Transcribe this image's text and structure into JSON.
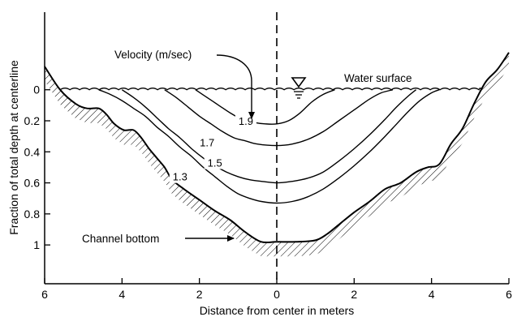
{
  "chart_data": {
    "type": "line",
    "title": "",
    "xlabel": "Distance from center in meters",
    "ylabel": "Fraction of total depth at centerline",
    "x_ticks": [
      {
        "value": -6,
        "label": "6"
      },
      {
        "value": -4,
        "label": "4"
      },
      {
        "value": -2,
        "label": "2"
      },
      {
        "value": 0,
        "label": "0"
      },
      {
        "value": 2,
        "label": "2"
      },
      {
        "value": 4,
        "label": "4"
      },
      {
        "value": 6,
        "label": "6"
      }
    ],
    "y_ticks": [
      {
        "value": 0,
        "label": "0"
      },
      {
        "value": 0.2,
        "label": "0.2"
      },
      {
        "value": 0.4,
        "label": "0.4"
      },
      {
        "value": 0.6,
        "label": "0.6"
      },
      {
        "value": 0.8,
        "label": "0.8"
      },
      {
        "value": 1.0,
        "label": "1"
      }
    ],
    "xlim": [
      -6,
      6
    ],
    "ylim": [
      1.25,
      -0.5
    ],
    "y_inverted": true,
    "grid": false,
    "centerline": {
      "x": 0,
      "style": "dashed"
    },
    "water_surface_label": "Water surface",
    "velocity_label": "Velocity (m/sec)",
    "channel_bottom_label": "Channel bottom",
    "channel_bottom": {
      "x": [
        -6.0,
        -5.6,
        -5.2,
        -4.9,
        -4.6,
        -4.4,
        -4.2,
        -3.95,
        -3.7,
        -3.5,
        -3.3,
        -3.1,
        -2.9,
        -2.7,
        -2.4,
        -2.0,
        -1.6,
        -1.2,
        -0.8,
        -0.4,
        0.0,
        0.5,
        1.0,
        1.3,
        1.6,
        2.0,
        2.4,
        2.8,
        3.2,
        3.6,
        3.9,
        4.2,
        4.5,
        4.8,
        5.1,
        5.4,
        5.7,
        6.0
      ],
      "y": [
        -0.15,
        0.0,
        0.09,
        0.12,
        0.12,
        0.16,
        0.22,
        0.26,
        0.26,
        0.31,
        0.38,
        0.44,
        0.5,
        0.58,
        0.64,
        0.71,
        0.78,
        0.84,
        0.92,
        0.98,
        0.98,
        0.98,
        0.97,
        0.93,
        0.87,
        0.79,
        0.72,
        0.64,
        0.6,
        0.53,
        0.5,
        0.48,
        0.35,
        0.25,
        0.09,
        -0.05,
        -0.13,
        -0.24
      ]
    },
    "series": [
      {
        "name": "1.3",
        "x": [
          -4.6,
          -4.3,
          -4.0,
          -3.7,
          -3.4,
          -3.1,
          -2.8,
          -2.5,
          -2.2,
          -1.9,
          -1.6,
          -1.3,
          -1.0,
          -0.7,
          -0.4,
          0.0,
          0.4,
          0.8,
          1.2,
          1.6,
          2.0,
          2.4,
          2.8,
          3.1,
          3.4,
          3.7,
          4.0,
          4.2
        ],
        "y": [
          0.0,
          0.03,
          0.07,
          0.12,
          0.17,
          0.24,
          0.3,
          0.37,
          0.43,
          0.5,
          0.56,
          0.62,
          0.67,
          0.7,
          0.72,
          0.73,
          0.72,
          0.69,
          0.64,
          0.57,
          0.49,
          0.4,
          0.3,
          0.22,
          0.14,
          0.07,
          0.02,
          0.0
        ]
      },
      {
        "name": "1.5",
        "x": [
          -4.0,
          -3.7,
          -3.4,
          -3.1,
          -2.8,
          -2.5,
          -2.2,
          -1.9,
          -1.6,
          -1.3,
          -1.0,
          -0.7,
          -0.4,
          0.0,
          0.4,
          0.8,
          1.2,
          1.6,
          2.0,
          2.4,
          2.8,
          3.1,
          3.4,
          3.6
        ],
        "y": [
          0.0,
          0.05,
          0.11,
          0.18,
          0.25,
          0.31,
          0.38,
          0.44,
          0.49,
          0.53,
          0.56,
          0.58,
          0.59,
          0.6,
          0.59,
          0.57,
          0.53,
          0.46,
          0.38,
          0.29,
          0.19,
          0.11,
          0.04,
          0.0
        ]
      },
      {
        "name": "1.7",
        "x": [
          -2.9,
          -2.6,
          -2.3,
          -2.0,
          -1.7,
          -1.4,
          -1.1,
          -0.8,
          -0.5,
          0.0,
          0.4,
          0.8,
          1.2,
          1.6,
          2.0,
          2.4,
          2.7,
          3.0
        ],
        "y": [
          0.0,
          0.05,
          0.11,
          0.17,
          0.22,
          0.27,
          0.31,
          0.33,
          0.35,
          0.36,
          0.35,
          0.32,
          0.27,
          0.2,
          0.13,
          0.06,
          0.02,
          0.0
        ]
      },
      {
        "name": "1.9",
        "x": [
          -2.1,
          -1.8,
          -1.5,
          -1.2,
          -0.9,
          -0.6,
          -0.3,
          0.0,
          0.3,
          0.6,
          0.9,
          1.2,
          1.5
        ],
        "y": [
          0.0,
          0.05,
          0.1,
          0.15,
          0.19,
          0.21,
          0.22,
          0.22,
          0.2,
          0.15,
          0.08,
          0.03,
          0.0
        ]
      }
    ],
    "contour_label_positions": [
      {
        "series": "1.3",
        "x": -2.5,
        "y": 0.58
      },
      {
        "series": "1.5",
        "x": -1.6,
        "y": 0.49
      },
      {
        "series": "1.7",
        "x": -1.8,
        "y": 0.36
      },
      {
        "series": "1.9",
        "x": -0.8,
        "y": 0.22
      }
    ]
  }
}
